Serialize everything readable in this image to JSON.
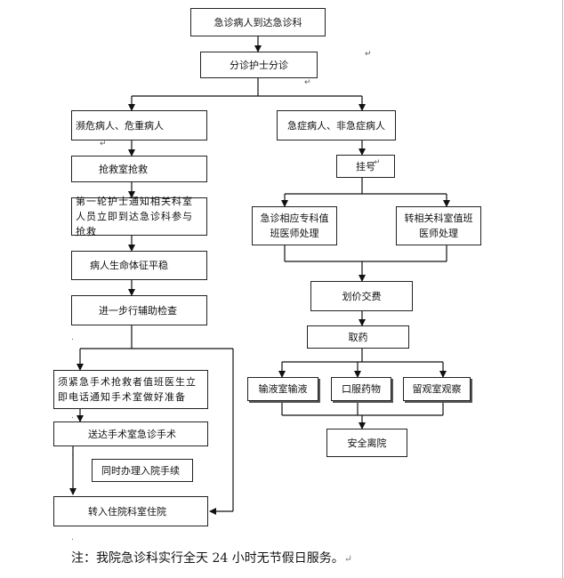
{
  "flowchart": {
    "nodes": {
      "arrive": "急诊病人到达急诊科",
      "triage": "分诊护士分诊",
      "critical": "濒危病人、危重病人",
      "rescue_room": "抢救室抢救",
      "first_nurse": "第一轮护士通知相关科室人员立即到达急诊科参与抢救",
      "vitals_stable": "病人生命体征平稳",
      "aux_exam": "进一步行辅助检查",
      "surgery_notify": "须紧急手术抢救者值班医生立即电话通知手术室做好准备",
      "to_or": "送达手术室急诊手术",
      "admission": "同时办理入院手续",
      "ward": "转入住院科室住院",
      "urgent": "急症病人、非急症病人",
      "register": "挂号",
      "er_specialty": "急诊相应专科值班医师处理",
      "related_dept": "转相关科室值班医师处理",
      "pricing_pay": "划价交费",
      "get_meds": "取药",
      "infusion": "输液室输液",
      "oral": "口服药物",
      "observation": "留观室观察",
      "discharge": "安全离院"
    },
    "marks": {
      "para": "↵",
      "comma": "."
    }
  },
  "footer": {
    "note": "注：我院急诊科实行全天 24 小时无节假日服务。"
  }
}
